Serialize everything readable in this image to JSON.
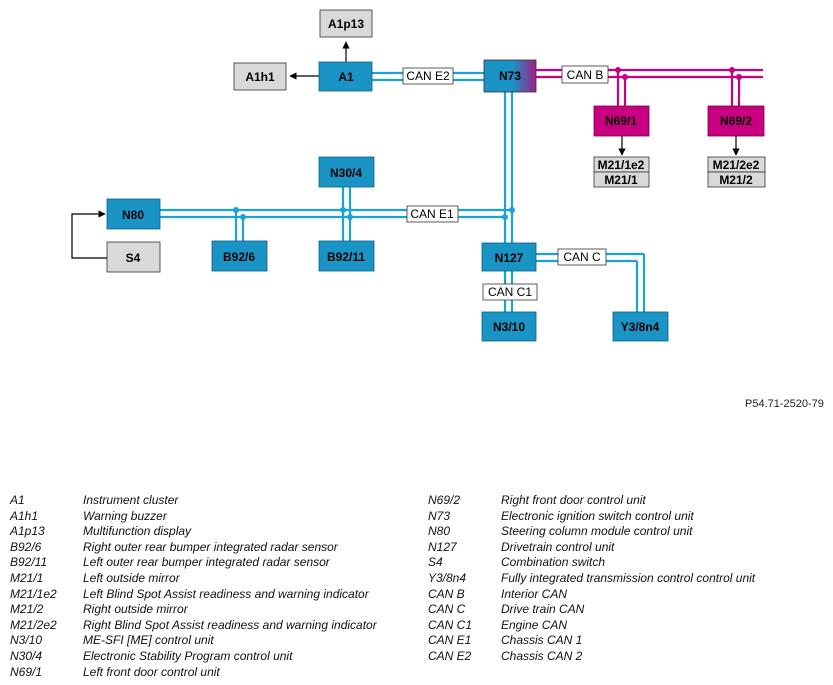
{
  "colors": {
    "blue": "#1a93c5",
    "magenta": "#c8007f",
    "gray": "#d9d9d9",
    "line_blue": "#1aa3d4",
    "line_magenta": "#c8007f"
  },
  "nodes": {
    "a1p13": "A1p13",
    "a1h1": "A1h1",
    "a1": "A1",
    "n73": "N73",
    "n69_1": "N69/1",
    "n69_2": "N69/2",
    "m21_1e2": "M21/1e2",
    "m21_1": "M21/1",
    "m21_2e2": "M21/2e2",
    "m21_2": "M21/2",
    "n30_4": "N30/4",
    "n80": "N80",
    "s4": "S4",
    "b92_6": "B92/6",
    "b92_11": "B92/11",
    "n127": "N127",
    "n3_10": "N3/10",
    "y3_8n4": "Y3/8n4"
  },
  "buses": {
    "can_e2": "CAN E2",
    "can_b": "CAN B",
    "can_e1": "CAN E1",
    "can_c": "CAN C",
    "can_c1": "CAN C1"
  },
  "reference": "P54.71-2520-79",
  "legend_left": [
    {
      "code": "A1",
      "desc": "Instrument cluster"
    },
    {
      "code": "A1h1",
      "desc": "Warning buzzer"
    },
    {
      "code": "A1p13",
      "desc": "Multifunction display"
    },
    {
      "code": "B92/6",
      "desc": "Right outer rear bumper integrated radar sensor"
    },
    {
      "code": "B92/11",
      "desc": "Left outer rear bumper integrated radar sensor"
    },
    {
      "code": "M21/1",
      "desc": "Left outside mirror"
    },
    {
      "code": "M21/1e2",
      "desc": "Left Blind Spot Assist readiness and warning indicator"
    },
    {
      "code": "M21/2",
      "desc": "Right outside mirror"
    },
    {
      "code": "M21/2e2",
      "desc": "Right Blind Spot Assist readiness and warning indicator"
    },
    {
      "code": "N3/10",
      "desc": "ME-SFI [ME] control unit"
    },
    {
      "code": "N30/4",
      "desc": "Electronic Stability Program control unit"
    },
    {
      "code": "N69/1",
      "desc": "Left front door control unit"
    }
  ],
  "legend_right": [
    {
      "code": "N69/2",
      "desc": "Right front door control unit"
    },
    {
      "code": "N73",
      "desc": "Electronic ignition switch control unit"
    },
    {
      "code": "N80",
      "desc": "Steering column module control unit"
    },
    {
      "code": "N127",
      "desc": "Drivetrain control unit"
    },
    {
      "code": "S4",
      "desc": "Combination switch"
    },
    {
      "code": "Y3/8n4",
      "desc": "Fully integrated transmission control control unit"
    },
    {
      "code": "CAN B",
      "desc": "Interior CAN"
    },
    {
      "code": "CAN C",
      "desc": "Drive train CAN"
    },
    {
      "code": "CAN C1",
      "desc": "Engine CAN"
    },
    {
      "code": "CAN E1",
      "desc": "Chassis CAN 1"
    },
    {
      "code": "CAN E2",
      "desc": "Chassis CAN 2"
    }
  ]
}
